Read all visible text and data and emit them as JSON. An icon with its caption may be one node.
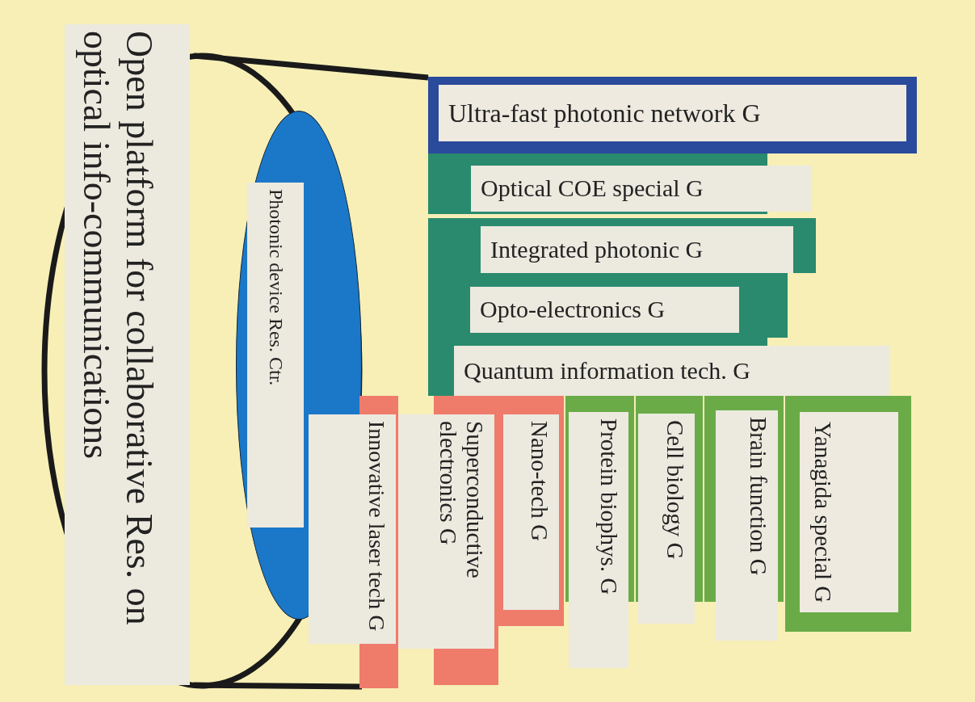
{
  "diagram": {
    "nodes": [
      {
        "text": [
          "Open platform for collaborative Res. on optical info-communications"
        ]
      },
      {
        "text": [
          "Photonic device Res. Ctr."
        ]
      },
      {
        "text": [
          "Ultra-fast photonic network G"
        ]
      },
      {
        "text": [
          "Optical COE special G"
        ]
      },
      {
        "text": [
          "Integrated photonic G"
        ]
      },
      {
        "text": [
          "Opto-electronics G"
        ]
      },
      {
        "text": [
          "Quantum information tech. G"
        ]
      },
      {
        "text": [
          "Innovative laser tech G"
        ]
      },
      {
        "text": [
          "Superconductive electronics G"
        ]
      },
      {
        "text": [
          "Nano-tech G"
        ]
      },
      {
        "text": [
          "Protein biophys. G"
        ]
      },
      {
        "text": [
          "Cell biology G"
        ]
      },
      {
        "text": [
          "Brain function G"
        ]
      },
      {
        "text": [
          "Yanagida special G"
        ]
      }
    ]
  }
}
